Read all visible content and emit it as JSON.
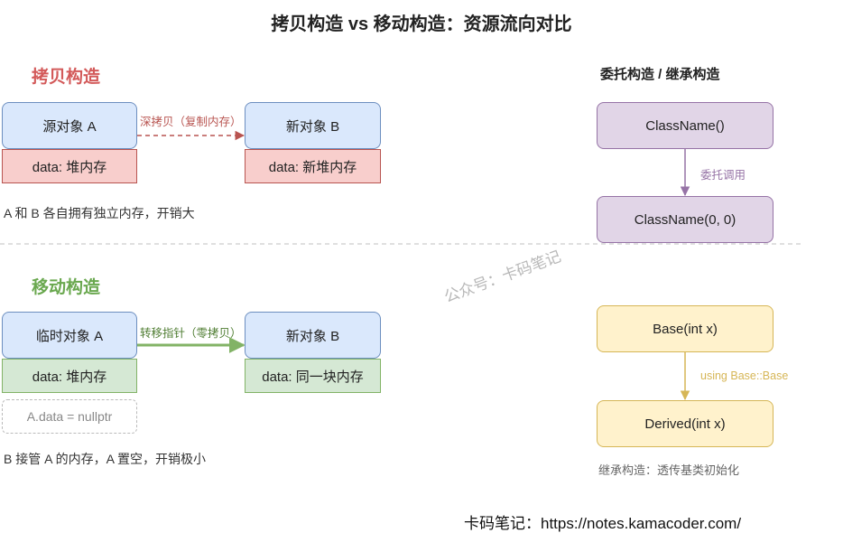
{
  "title": "拷贝构造 vs 移动构造：资源流向对比",
  "copy": {
    "heading": "拷贝构造",
    "source_label": "源对象 A",
    "source_data": "data: 堆内存",
    "target_label": "新对象 B",
    "target_data": "data: 新堆内存",
    "arrow_label": "深拷贝（复制内存）",
    "note": "A 和 B 各自拥有独立内存，开销大"
  },
  "move": {
    "heading": "移动构造",
    "source_label": "临时对象 A",
    "source_data": "data: 堆内存",
    "null_label": "A.data = nullptr",
    "target_label": "新对象 B",
    "target_data": "data: 同一块内存",
    "arrow_label": "转移指针（零拷贝）",
    "note": "B 接管 A 的内存，A 置空，开销极小"
  },
  "delegating": {
    "heading": "委托构造 / 继承构造",
    "box1": "ClassName()",
    "arrow_label": "委托调用",
    "box2": "ClassName(0, 0)"
  },
  "inheriting": {
    "box1": "Base(int x)",
    "arrow_label": "using Base::Base",
    "box2": "Derived(int x)",
    "note": "继承构造：透传基类初始化"
  },
  "watermark": "公众号：卡码笔记",
  "footer": "卡码笔记：https://notes.kamacoder.com/",
  "colors": {
    "copy_accent": "#d35a5a",
    "move_accent": "#6aa84f",
    "blue_fill": "#dae8fc",
    "red_fill": "#f8cecc",
    "green_fill": "#d5e8d4",
    "purple_fill": "#e1d5e7",
    "yellow_fill": "#fff2cc"
  }
}
